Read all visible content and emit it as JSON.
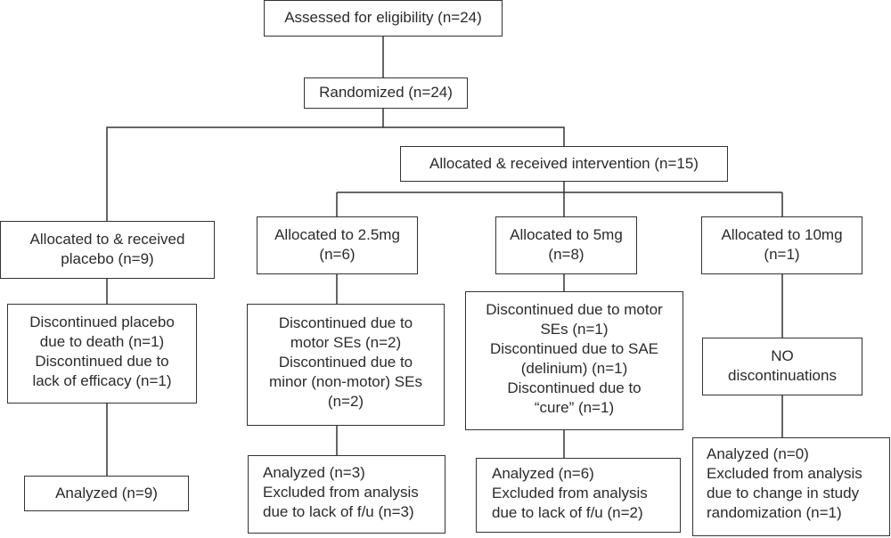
{
  "boxes": {
    "eligibility": [
      "Assessed for eligibility (n=24)"
    ],
    "randomized": [
      "Randomized (n=24)"
    ],
    "intervention": [
      "Allocated & received intervention (n=15)"
    ],
    "placebo_alloc": [
      "Allocated to & received",
      "placebo (n=9)"
    ],
    "dose25_alloc": [
      "Allocated to 2.5mg",
      "(n=6)"
    ],
    "dose5_alloc": [
      "Allocated to  5mg",
      "(n=8)"
    ],
    "dose10_alloc": [
      "Allocated to 10mg",
      "(n=1)"
    ],
    "placebo_disc": [
      "Discontinued placebo",
      "due to death (n=1)",
      "Discontinued due to",
      "lack of efficacy (n=1)"
    ],
    "dose25_disc": [
      "Discontinued due to",
      "motor SEs (n=2)",
      "Discontinued due to",
      "minor (non-motor) SEs",
      "(n=2)"
    ],
    "dose5_disc": [
      "Discontinued due to motor",
      "SEs (n=1)",
      "Discontinued due to SAE",
      "(delinium) (n=1)",
      "Discontinued due to",
      "“cure” (n=1)"
    ],
    "dose10_disc": [
      "NO",
      "discontinuations"
    ],
    "placebo_analyzed": [
      "Analyzed (n=9)"
    ],
    "dose25_analyzed": [
      "Analyzed (n=3)",
      "Excluded from analysis",
      "due to lack of f/u (n=3)"
    ],
    "dose5_analyzed": [
      "Analyzed (n=6)",
      "Excluded from analysis",
      "due to lack of f/u (n=2)"
    ],
    "dose10_analyzed": [
      "Analyzed (n=0)",
      "Excluded from analysis",
      "due to change in study",
      "randomization (n=1)"
    ]
  }
}
